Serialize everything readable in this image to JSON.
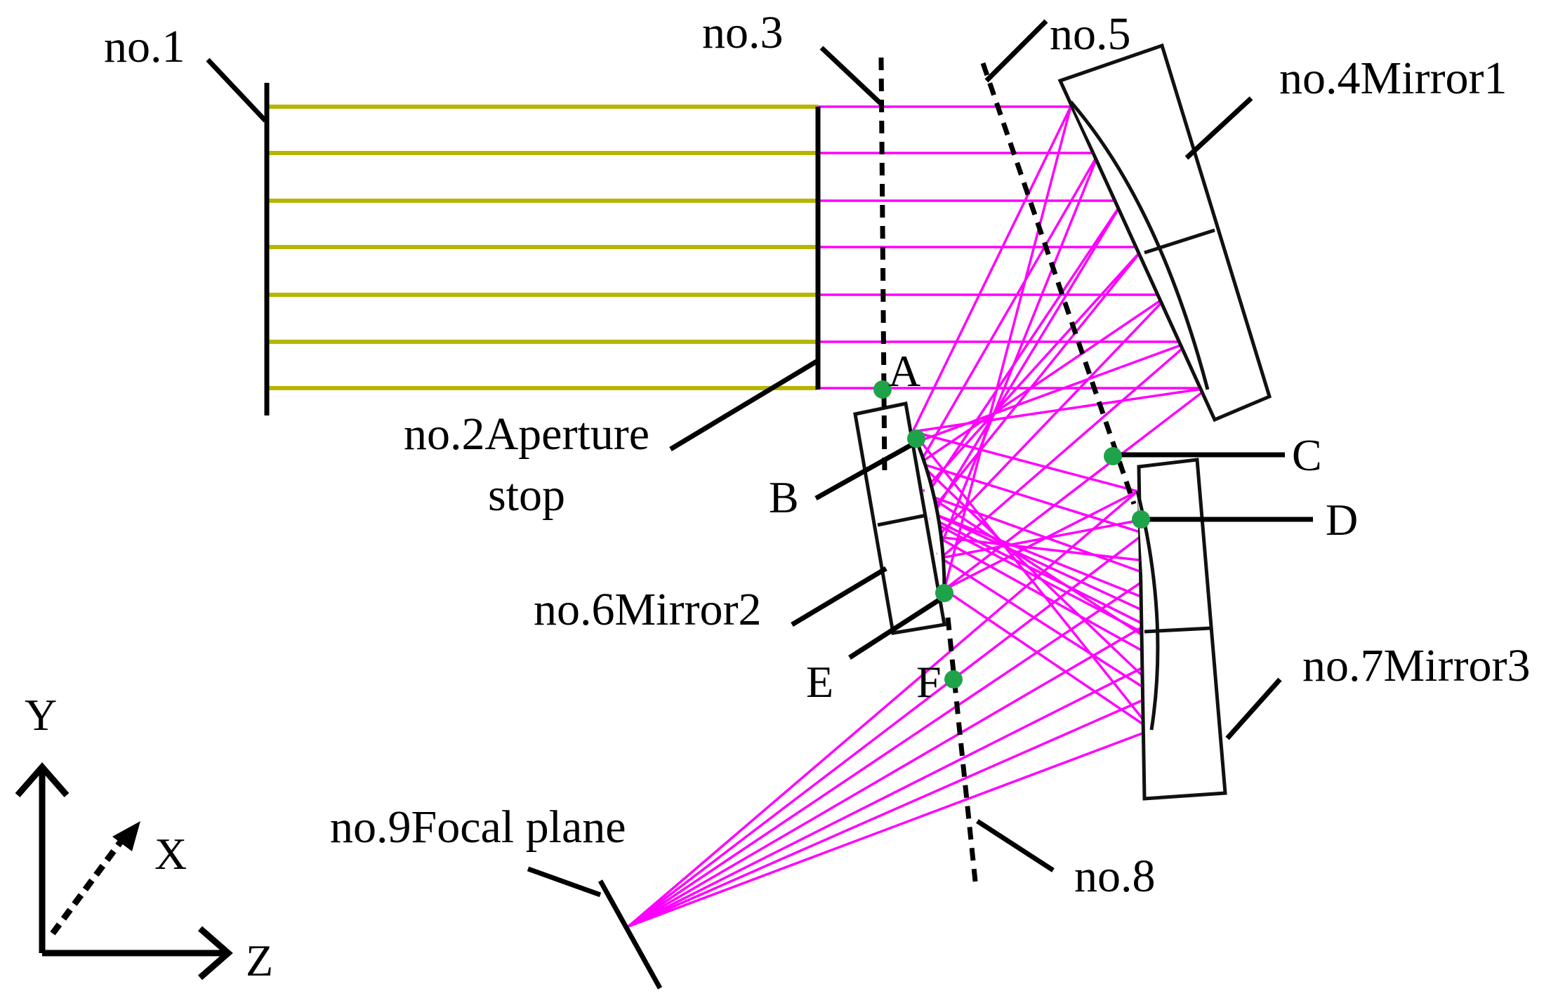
{
  "labels": {
    "no1": "no.1",
    "no3": "no.3",
    "no5": "no.5",
    "no4": "no.4Mirror1",
    "no2_line1": "no.2Aperture",
    "no2_line2": "stop",
    "no6": "no.6Mirror2",
    "no7": "no.7Mirror3",
    "no8": "no.8",
    "no9": "no.9Focal plane"
  },
  "points": {
    "A": "A",
    "B": "B",
    "C": "C",
    "D": "D",
    "E": "E",
    "F": "F"
  },
  "axes": {
    "y": "Y",
    "x": "X",
    "z": "Z"
  },
  "colors": {
    "incoming_rays": "#b6b600",
    "reflected_rays": "#ff00ff",
    "marker_points": "#1fa34a"
  }
}
